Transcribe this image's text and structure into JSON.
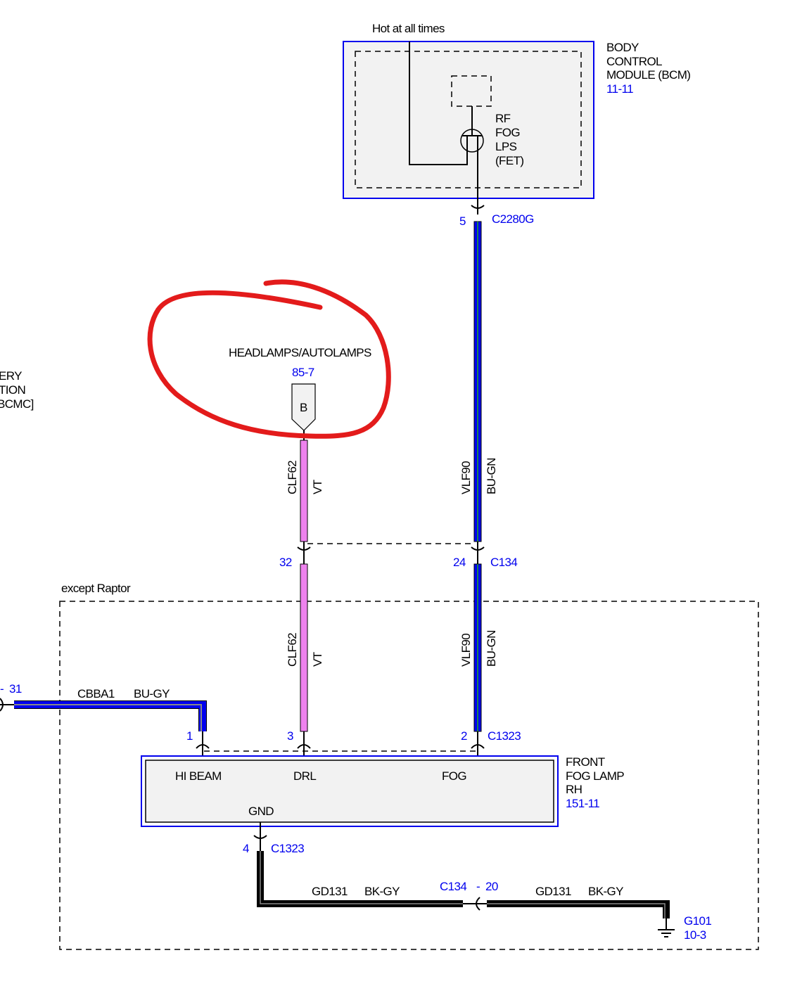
{
  "bcm": {
    "supply_label": "Hot at all times",
    "name_lines": [
      "BODY",
      "CONTROL",
      "MODULE (BCM)"
    ],
    "page_ref": "11-11",
    "fet_lines": [
      "RF",
      "FOG",
      "LPS",
      "(FET)"
    ],
    "connector_pin": "5",
    "connector_id": "C2280G"
  },
  "headlamps": {
    "title": "HEADLAMPS/AUTOLAMPS",
    "page_ref": "85-7",
    "tag": "B"
  },
  "left_module_fragment": [
    "ERY",
    "TION",
    "BCMC]"
  ],
  "wires": {
    "drl_circuit": "CLF62",
    "drl_color": "VT",
    "fog_circuit": "VLF90",
    "fog_color": "BU-GN",
    "hibeam_circuit": "CBBA1",
    "hibeam_color": "BU-GY",
    "ground_circuit": "GD131",
    "ground_color": "BK-GY"
  },
  "inline_connector": {
    "id": "C134",
    "drl_pin": "32",
    "fog_pin": "24",
    "ground_pin": "20",
    "dash": "-"
  },
  "hibeam_source": {
    "dash": "-",
    "pin": "31"
  },
  "region_label": "except Raptor",
  "fog_lamp": {
    "name_lines": [
      "FRONT",
      "FOG LAMP",
      "RH"
    ],
    "page_ref": "151-11",
    "connector_id": "C1323",
    "pins": {
      "hi_beam": "1",
      "drl": "3",
      "fog": "2",
      "gnd": "4"
    },
    "pin_labels": {
      "hi_beam": "HI BEAM",
      "drl": "DRL",
      "fog": "FOG",
      "gnd": "GND"
    }
  },
  "ground": {
    "id": "G101",
    "page_ref": "10-3"
  },
  "colors": {
    "module_border": "#0000ee",
    "annotation": "#e31b1b",
    "vt": "#ee82ee",
    "blue": "#0000ee",
    "green": "#22aa22",
    "gray": "#888888"
  }
}
